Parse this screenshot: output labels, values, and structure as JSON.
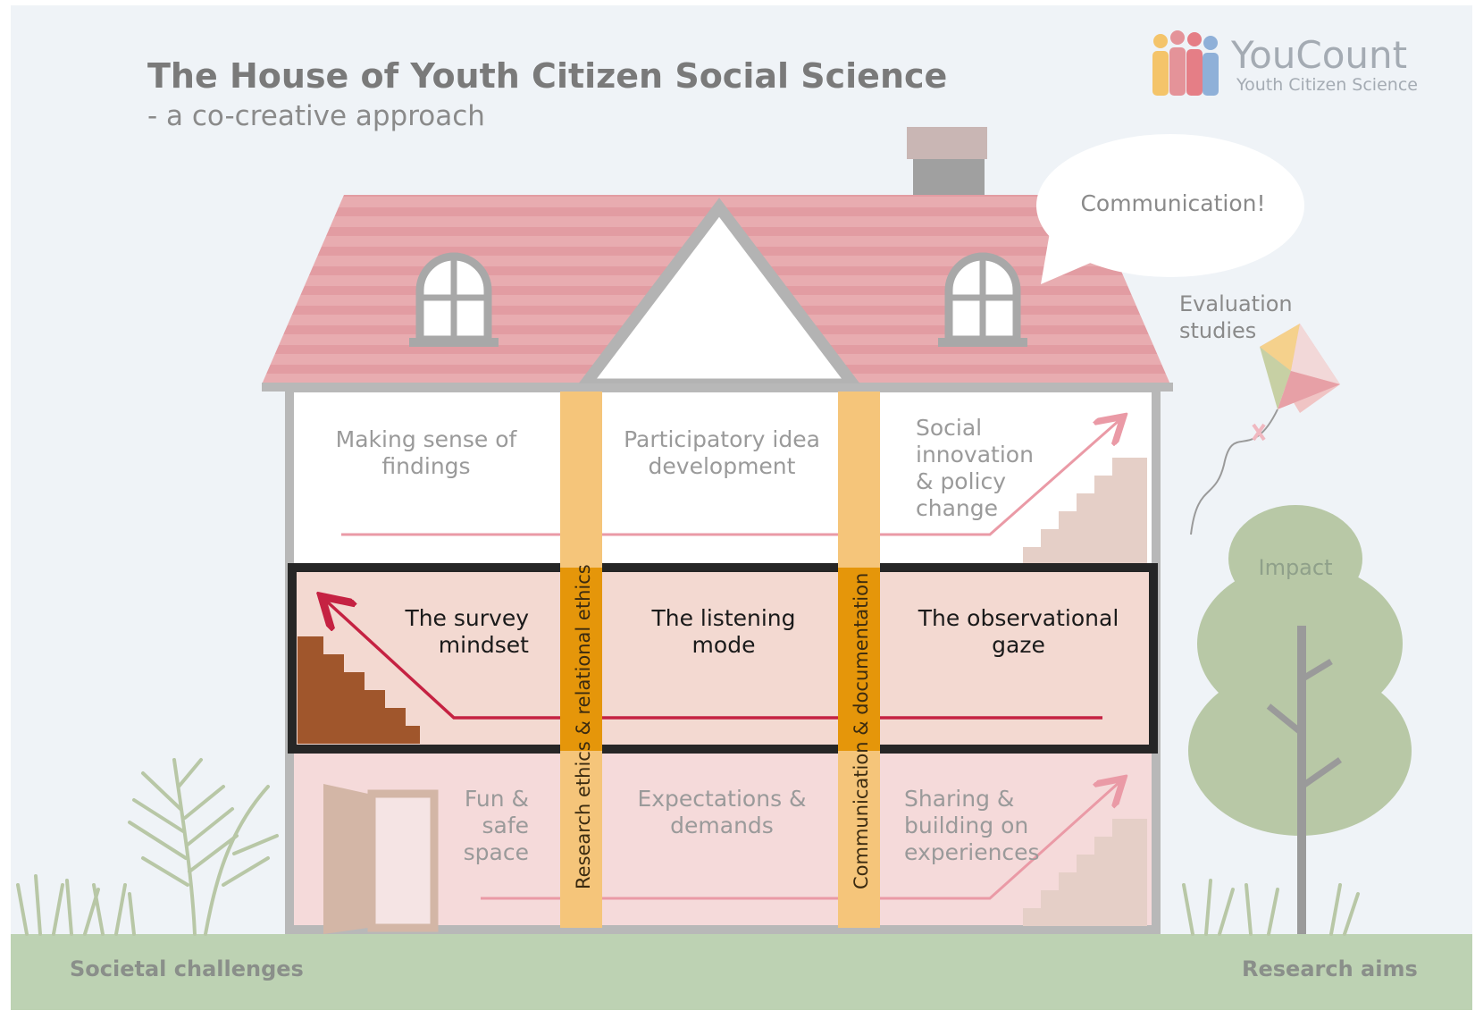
{
  "header": {
    "title": "The House of Youth Citizen Social Science",
    "subtitle": "- a co-creative approach"
  },
  "logo": {
    "name": "YouCount",
    "tagline": "Youth Citizen Science"
  },
  "speech_bubble": "Communication!",
  "kite_label": [
    "Evaluation",
    "studies"
  ],
  "tree_label": "Impact",
  "ground": {
    "left": "Societal challenges",
    "right": "Research aims"
  },
  "floors": {
    "top": {
      "left": [
        "Making sense of",
        "findings"
      ],
      "center": [
        "Participatory idea",
        "development"
      ],
      "right": [
        "Social",
        "innovation",
        "& policy",
        "change"
      ]
    },
    "middle": {
      "left": [
        "The survey",
        "mindset"
      ],
      "center": [
        "The listening",
        "mode"
      ],
      "right": [
        "The observational",
        "gaze"
      ]
    },
    "bottom": {
      "left": [
        "Fun &",
        "safe",
        "space"
      ],
      "center": [
        "Expectations &",
        "demands"
      ],
      "right": [
        "Sharing &",
        "building on",
        "experiences"
      ]
    }
  },
  "pillars": {
    "left": "Research ethics & relational ethics",
    "right": "Communication & documentation"
  },
  "colors": {
    "background": "#eff3f7",
    "roof": "#e6a7ab",
    "wall_outline": "#bdbdbd",
    "middle_floor": "#f3d9d1",
    "bottom_floor": "#f5dada",
    "pillar": "#f5c57a",
    "pillar_active": "#e5960a",
    "arrow_active": "#c52242",
    "arrow_faded": "#ea9aa6",
    "ground": "#bdd2b3",
    "tree": "#b8c8a6"
  }
}
